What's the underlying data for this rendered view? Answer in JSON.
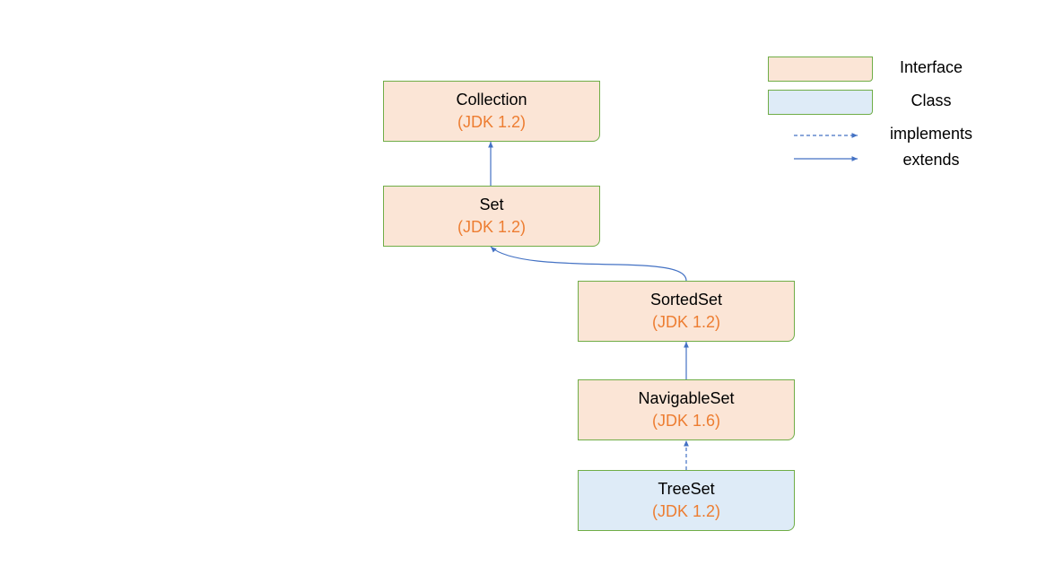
{
  "colors": {
    "interface_fill": "#fbe5d6",
    "class_fill": "#deebf7",
    "border": "#70ad47",
    "edge": "#4472c4",
    "version_text": "#ed7d31"
  },
  "nodes": [
    {
      "id": "collection",
      "name": "Collection",
      "version": "(JDK 1.2)",
      "kind": "interface"
    },
    {
      "id": "set",
      "name": "Set",
      "version": "(JDK 1.2)",
      "kind": "interface"
    },
    {
      "id": "sortedset",
      "name": "SortedSet",
      "version": "(JDK 1.2)",
      "kind": "interface"
    },
    {
      "id": "navigableset",
      "name": "NavigableSet",
      "version": "(JDK 1.6)",
      "kind": "interface"
    },
    {
      "id": "treeset",
      "name": "TreeSet",
      "version": "(JDK 1.2)",
      "kind": "class"
    }
  ],
  "edges": [
    {
      "from": "set",
      "to": "collection",
      "type": "extends"
    },
    {
      "from": "sortedset",
      "to": "set",
      "type": "extends"
    },
    {
      "from": "navigableset",
      "to": "sortedset",
      "type": "extends"
    },
    {
      "from": "treeset",
      "to": "navigableset",
      "type": "implements"
    }
  ],
  "legend": {
    "interface_label": "Interface",
    "class_label": "Class",
    "implements_label": "implements",
    "extends_label": "extends"
  }
}
